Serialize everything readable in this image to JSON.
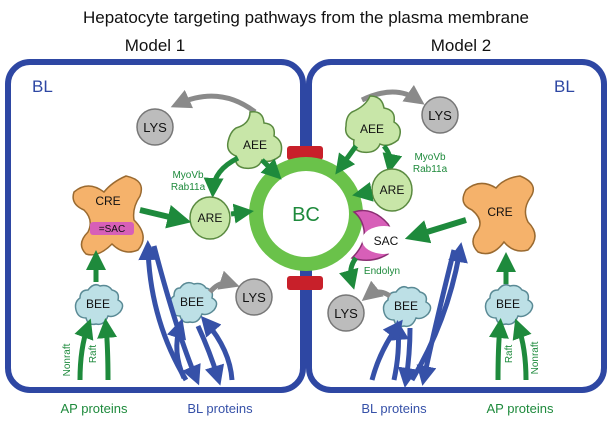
{
  "title": "Hepatocyte targeting pathways from the plasma membrane",
  "model1": {
    "label": "Model 1",
    "bl": "BL",
    "lys_top": "LYS",
    "aee": "AEE",
    "myovb": "MyoVb",
    "rab11a": "Rab11a",
    "are": "ARE",
    "cre": "CRE",
    "sac": "=SAC",
    "bee_left": "BEE",
    "bee_mid": "BEE",
    "lys_bottom": "LYS",
    "nonraft": "Nonraft",
    "raft": "Raft",
    "ap_proteins": "AP proteins",
    "bl_proteins": "BL proteins"
  },
  "center": {
    "bc": "BC"
  },
  "model2": {
    "label": "Model 2",
    "bl": "BL",
    "lys_top": "LYS",
    "aee": "AEE",
    "myovb": "MyoVb",
    "rab11a": "Rab11a",
    "are": "ARE",
    "sac": "SAC",
    "endolyn": "Endolyn",
    "cre": "CRE",
    "lys_bottom": "LYS",
    "bee_mid": "BEE",
    "bee_right": "BEE",
    "raft": "Raft",
    "nonraft": "Nonraft",
    "bl_proteins": "BL proteins",
    "ap_proteins": "AP proteins"
  },
  "colors": {
    "membrane": "#2e47a3",
    "green_arrow": "#1e8a3c",
    "gray_arrow": "#8a8a8a",
    "blue_arrow": "#3651a8",
    "bc_ring": "#6ac24a",
    "cre_fill": "#f5b26b",
    "sac_fill": "#d75fb8",
    "bee_fill": "#bde0e6",
    "aee_fill": "#c8e6a8",
    "lys_fill": "#bcbcbc",
    "junction": "#c8202a"
  }
}
